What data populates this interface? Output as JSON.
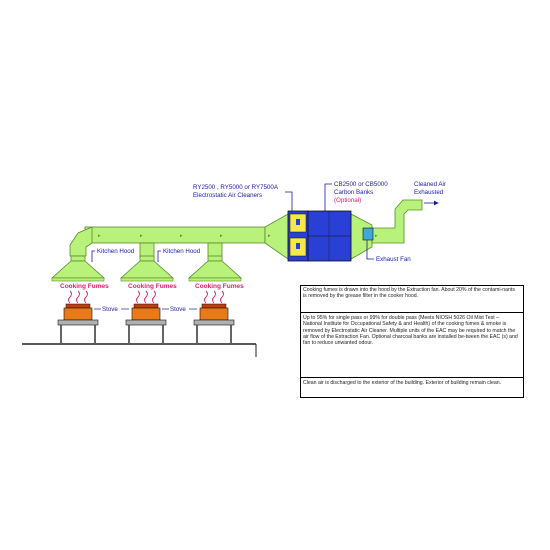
{
  "labels": {
    "eac": "RY2500 , RY5000 or  RY7500A",
    "eac2": "Electrostatic Air Cleaners",
    "carbon": "CB2500 or CB5000",
    "carbon2": "Carbon Banks",
    "carbon_opt": "(Optional)",
    "cleaned": "Cleaned Air",
    "cleaned2": "Exhausted",
    "exhaust_fan": "Exhaust Fan",
    "kitchen_hood": "Kitchen Hood",
    "cooking_fumes": "Cooking Fumes",
    "stove": "Stove"
  },
  "notes": {
    "n1": "Cooking fumes is drawn into the hood by the Extraction fan. About 20% of the contami-nants is removed by the grease filter in the cooker hood.",
    "n2": "Up to 95% for single pass or 99% for double pass (Meets NIOSH 5026 Oil Mist Test – National Institute for Occupational Safety & and Health) of the cooking fumes & smoke is removed by              Electrostatic Air Cleaner. Multiple units of the EAC may be required to match the air flow of the Extraction Fan. Optional charcoal banks are installed be-tween the EAC (s) and  fan to reduce unwanted odour.",
    "n3": "Clean air is discharged to the exterior of the building. Exterior of building remain clean."
  },
  "colors": {
    "duct": "#b8f27a",
    "duct_stroke": "#5a8a2a",
    "eac_blue": "#2a3fd6",
    "eac_yellow": "#f4e84a",
    "label_blue": "#1a1aa8",
    "fumes_pink": "#e0206a",
    "stove_orange": "#e87a1a"
  }
}
